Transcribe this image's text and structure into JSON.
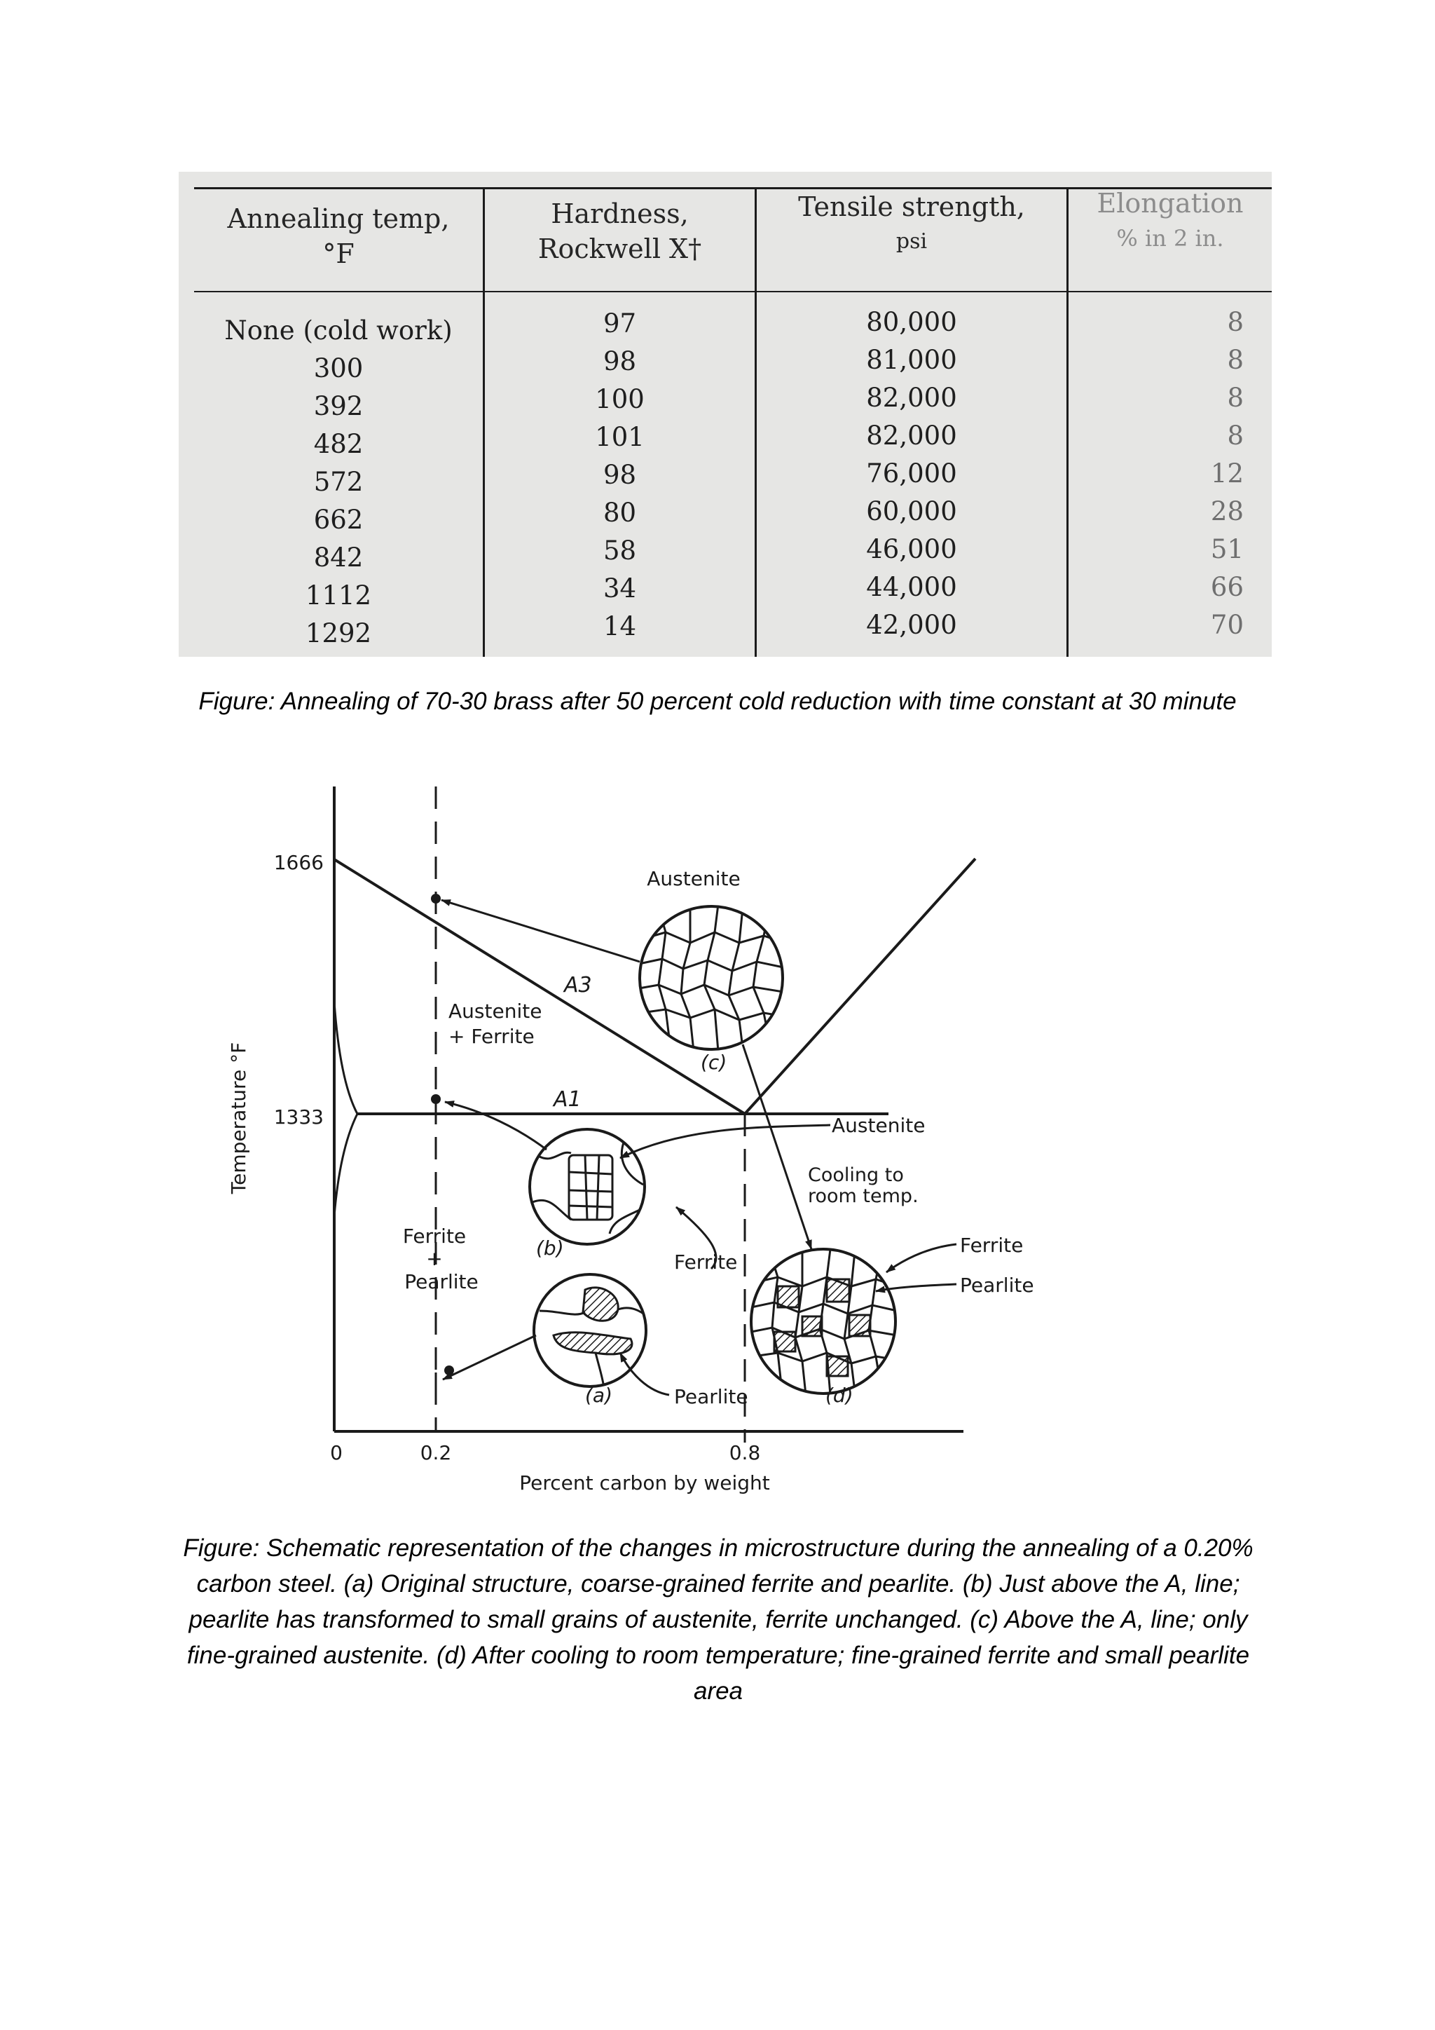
{
  "table": {
    "headers": [
      {
        "line1": "Annealing temp,",
        "line2": "°F"
      },
      {
        "line1": "Hardness,",
        "line2": "Rockwell X†"
      },
      {
        "line1": "Tensile strength,",
        "line2": "psi"
      },
      {
        "line1": "Elongation",
        "line2": "% in 2 in."
      }
    ],
    "rows": [
      {
        "temp": "None (cold work)",
        "hardness": "97",
        "tensile": "80,000",
        "elongation": "8"
      },
      {
        "temp": "300",
        "hardness": "98",
        "tensile": "81,000",
        "elongation": "8"
      },
      {
        "temp": "392",
        "hardness": "100",
        "tensile": "82,000",
        "elongation": "8"
      },
      {
        "temp": "482",
        "hardness": "101",
        "tensile": "82,000",
        "elongation": "8"
      },
      {
        "temp": "572",
        "hardness": "98",
        "tensile": "76,000",
        "elongation": "12"
      },
      {
        "temp": "662",
        "hardness": "80",
        "tensile": "60,000",
        "elongation": "28"
      },
      {
        "temp": "842",
        "hardness": "58",
        "tensile": "46,000",
        "elongation": "51"
      },
      {
        "temp": "1112",
        "hardness": "34",
        "tensile": "44,000",
        "elongation": "66"
      },
      {
        "temp": "1292",
        "hardness": "14",
        "tensile": "42,000",
        "elongation": "70"
      }
    ]
  },
  "caption1": "Figure: Annealing of 70-30 brass after 50 percent cold reduction with time constant at 30 minute",
  "diagram": {
    "y_label": "Temperature °F",
    "x_label": "Percent carbon by weight",
    "y_ticks": [
      "1666",
      "1333"
    ],
    "x_ticks": [
      "0",
      "0.2",
      "0.8"
    ],
    "labels": {
      "austenite_top": "Austenite",
      "a3": "A3",
      "a1": "A1",
      "aus_ferrite_1": "Austenite",
      "aus_ferrite_2": "+ Ferrite",
      "ferrite_pearlite_1": "Ferrite",
      "ferrite_pearlite_2": "+",
      "ferrite_pearlite_3": "Pearlite",
      "c": "(c)",
      "b": "(b)",
      "a": "(a)",
      "d": "(d)",
      "austenite_right": "Austenite",
      "cooling_1": "Cooling to",
      "cooling_2": "room temp.",
      "ferrite_mid": "Ferrite",
      "pearlite_mid": "Pearlite",
      "ferrite_right": "Ferrite",
      "pearlite_right": "Pearlite"
    }
  },
  "caption2": [
    "Figure: Schematic representation of the changes in microstructure during the annealing of a 0.20%",
    "carbon steel. (a) Original structure, coarse-grained ferrite and pearlite. (b) Just above the A, line;",
    "pearlite has transformed to small grains of austenite, ferrite unchanged. (c) Above the A, line; only",
    "fine-grained austenite. (d) After cooling to room temperature; fine-grained ferrite and small pearlite",
    "area"
  ]
}
